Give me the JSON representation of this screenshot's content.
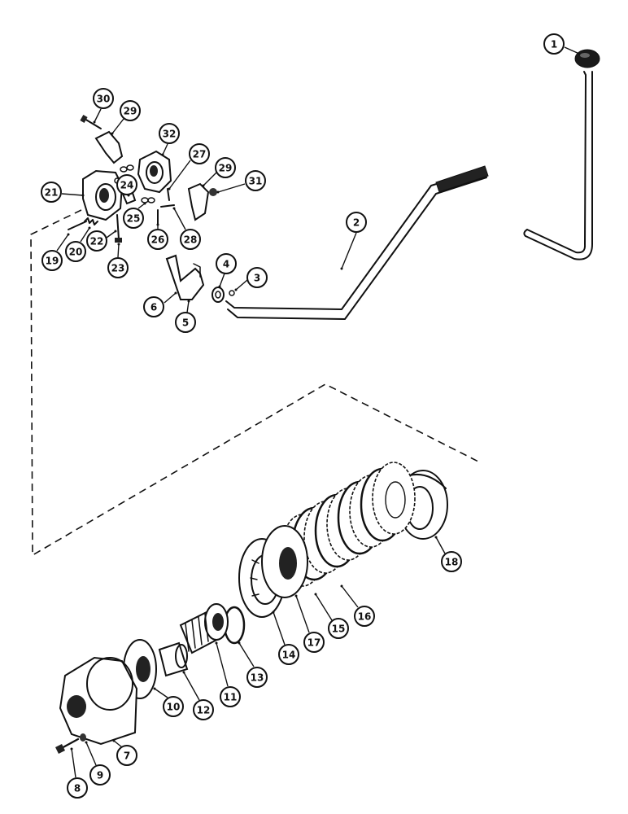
{
  "callouts": [
    {
      "id": "1",
      "label": "1"
    },
    {
      "id": "2",
      "label": "2"
    },
    {
      "id": "3",
      "label": "3"
    },
    {
      "id": "4",
      "label": "4"
    },
    {
      "id": "5",
      "label": "5"
    },
    {
      "id": "6",
      "label": "6"
    },
    {
      "id": "7",
      "label": "7"
    },
    {
      "id": "8",
      "label": "8"
    },
    {
      "id": "9",
      "label": "9"
    },
    {
      "id": "10",
      "label": "10"
    },
    {
      "id": "11",
      "label": "11"
    },
    {
      "id": "12",
      "label": "12"
    },
    {
      "id": "13",
      "label": "13"
    },
    {
      "id": "14",
      "label": "14"
    },
    {
      "id": "15",
      "label": "15"
    },
    {
      "id": "16",
      "label": "16"
    },
    {
      "id": "17",
      "label": "17"
    },
    {
      "id": "18",
      "label": "18"
    },
    {
      "id": "19",
      "label": "19"
    },
    {
      "id": "20",
      "label": "20"
    },
    {
      "id": "21",
      "label": "21"
    },
    {
      "id": "22",
      "label": "22"
    },
    {
      "id": "23",
      "label": "23"
    },
    {
      "id": "24",
      "label": "24"
    },
    {
      "id": "25",
      "label": "25"
    },
    {
      "id": "26",
      "label": "26"
    },
    {
      "id": "27",
      "label": "27"
    },
    {
      "id": "28",
      "label": "28"
    },
    {
      "id": "29a",
      "label": "29"
    },
    {
      "id": "29b",
      "label": "29"
    },
    {
      "id": "30",
      "label": "30"
    },
    {
      "id": "31",
      "label": "31"
    },
    {
      "id": "32",
      "label": "32"
    }
  ]
}
